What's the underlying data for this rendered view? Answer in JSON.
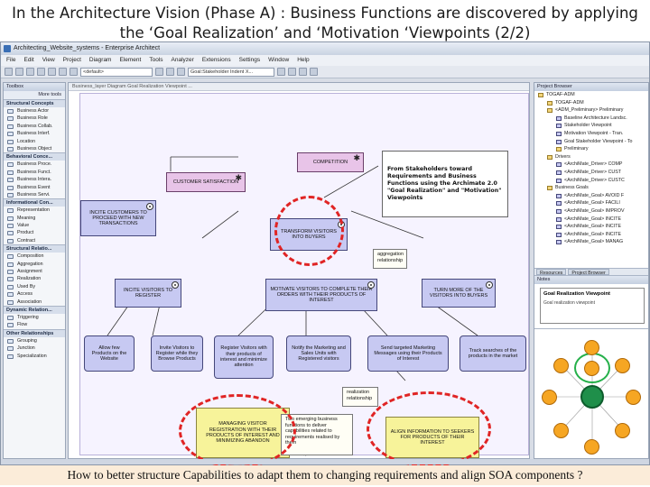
{
  "slide": {
    "title_line1": "In the Architecture Vision (Phase A) : Business Functions are discovered by applying",
    "title_line2": "the ‘Goal Realization’ and ‘Motivation ‘Viewpoints (2/2)",
    "question": "How to  better structure Capabilities to adapt them to changing requirements and align SOA components ?"
  },
  "app": {
    "window_title": "Architecting_Website_systems - Enterprise Architect",
    "menu": [
      "File",
      "Edit",
      "View",
      "Project",
      "Diagram",
      "Element",
      "Tools",
      "Analyzer",
      "Extensions",
      "Settings",
      "Window",
      "Help"
    ],
    "toolbar_combo1": "<default>",
    "toolbar_combo2": "Goal:Stakeholder Indent X...",
    "toolbox_caption": "Toolbox",
    "toolbox_more": "More tools",
    "diagram_tab": "Business_layer Diagram Goal Realization Viewpoint ...",
    "project_browser_caption": "Project Browser",
    "notes_caption": "Notes",
    "tabs": [
      "Resources",
      "Project Browser"
    ],
    "viewpoint_name": "Goal Realization Viewpoint",
    "viewpoint_sub": "Goal realization viewpoint"
  },
  "toolbox": {
    "groups": [
      {
        "name": "Structural Concepts",
        "items": [
          "Business Actor",
          "Business Role",
          "Business Collab.",
          "Business Interf.",
          "Location",
          "Business Object"
        ]
      },
      {
        "name": "Behavioral Conce...",
        "items": [
          "Business Proce.",
          "Business Funct.",
          "Business Intera.",
          "Business Event",
          "Business Servi."
        ]
      },
      {
        "name": "Informational Con...",
        "items": [
          "Representation",
          "Meaning",
          "Value",
          "Product",
          "Contract"
        ]
      },
      {
        "name": "Structural Relatio...",
        "items": [
          "Composition",
          "Aggregation",
          "Assignment",
          "Realization",
          "Used By",
          "Access",
          "Association"
        ]
      },
      {
        "name": "Dynamic Relation...",
        "items": [
          "Triggering",
          "Flow"
        ]
      },
      {
        "name": "Other Relationships",
        "items": [
          "Grouping",
          "Junction",
          "Specialization"
        ]
      }
    ]
  },
  "browser": {
    "items": [
      {
        "label": "TOGAF-ADM",
        "indent": 0,
        "kind": "pkg"
      },
      {
        "label": "TOGAF-ADM",
        "indent": 1,
        "kind": "pkg"
      },
      {
        "label": "<ADM_Preliminary> Preliminary",
        "indent": 1,
        "kind": "pkg"
      },
      {
        "label": "Baseline Architecture Landsc.",
        "indent": 2,
        "kind": "el"
      },
      {
        "label": "Stakeholder Viewpoint",
        "indent": 2,
        "kind": "el"
      },
      {
        "label": "Motivation Viewpoint - Tran.",
        "indent": 2,
        "kind": "el"
      },
      {
        "label": "Goal Stakeholder Viewpoint - To",
        "indent": 2,
        "kind": "el"
      },
      {
        "label": "Preliminary",
        "indent": 2,
        "kind": "pkg"
      },
      {
        "label": "Drivers",
        "indent": 1,
        "kind": "pkg"
      },
      {
        "label": "<ArchiMate_Driver> COMP",
        "indent": 2,
        "kind": "el"
      },
      {
        "label": "<ArchiMate_Driver> CUST",
        "indent": 2,
        "kind": "el"
      },
      {
        "label": "<ArchiMate_Driver> CUSTC",
        "indent": 2,
        "kind": "el"
      },
      {
        "label": "Business Goals",
        "indent": 1,
        "kind": "pkg"
      },
      {
        "label": "<ArchiMate_Goal> AVOID F",
        "indent": 2,
        "kind": "el"
      },
      {
        "label": "<ArchiMate_Goal> FACILI",
        "indent": 2,
        "kind": "el"
      },
      {
        "label": "<ArchiMate_Goal> IMPROV",
        "indent": 2,
        "kind": "el"
      },
      {
        "label": "<ArchiMate_Goal> INCITE",
        "indent": 2,
        "kind": "el"
      },
      {
        "label": "<ArchiMate_Goal> INCITE",
        "indent": 2,
        "kind": "el"
      },
      {
        "label": "<ArchiMate_Goal> INCITE",
        "indent": 2,
        "kind": "el"
      },
      {
        "label": "<ArchiMate_Goal> MANAG",
        "indent": 2,
        "kind": "el"
      }
    ]
  },
  "diagram": {
    "competition": "COMPETITION",
    "customer_satisfaction": "CUSTOMER SATISFACTION",
    "note_main": "From Stakeholders toward Requirements and Business Functions using the Archimate 2.0 \"Goal Realization\" and \"Motivation\" Viewpoints",
    "incite_proceed": "INCITE CUSTOMERS TO PROCEED WITH NEW TRANSACTIONS",
    "transform_visitors": "TRANSFORM VISITORS INTO BUYERS",
    "aggregation_note": "aggregation relationship",
    "incite_register": "INCITE VISITORS TO REGISTER",
    "motivate_visitors": "MOTIVATE VISITORS TO COMPLETE THEIR ORDERS WITH THEIR PRODUCTS OF INTEREST",
    "turn_visitors": "TURN MORE OF THE VISITORS INTO BUYERS",
    "req1": "Allow few Products on the Website",
    "req2": "Invite Visitors to Register while they Browse Products",
    "req3": "Register Visitors with their products of interest and minimize attention",
    "req4": "Notify the Marketing and Sales Units with Registered visitors",
    "req5": "Send targeted Marketing Messages using their Products of Interest",
    "req6": "Track searches of the products in the market",
    "realization_note": "realization relationship",
    "principle1": "MANAGING VISITOR REGISTRATION WITH THEIR PRODUCTS OF INTEREST AND MINIMIZING ABANDON",
    "principle2": "ALIGN INFORMATION TO SEEKERS FOR PRODUCTS OF THEIR INTEREST",
    "note_bottom": "Two emerging business functions to deliver capabilities related to requirements realised by them"
  },
  "colors": {
    "goal_fill": "#c7c9f2",
    "driver_fill": "#e8c4e8",
    "principle_fill": "#f7f39a",
    "highlight_red": "#e02424",
    "highlight_green": "#25b04a",
    "question_band": "#fbecd9"
  }
}
